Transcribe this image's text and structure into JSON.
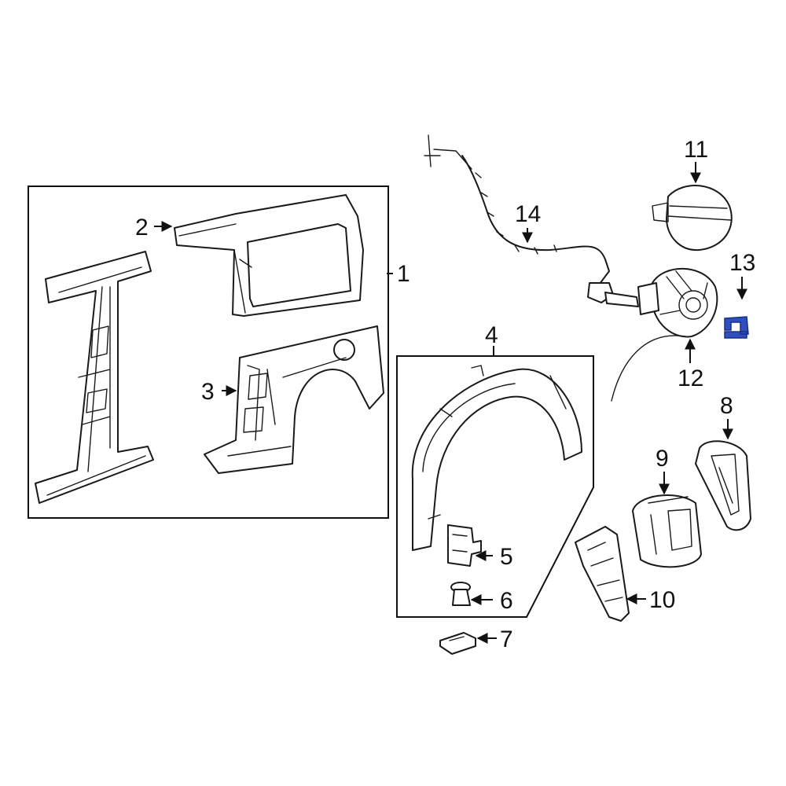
{
  "callouts": {
    "c1": "1",
    "c2": "2",
    "c3": "3",
    "c4": "4",
    "c5": "5",
    "c6": "6",
    "c7": "7",
    "c8": "8",
    "c9": "9",
    "c10": "10",
    "c11": "11",
    "c12": "12",
    "c13": "13",
    "c14": "14"
  },
  "colors": {
    "line": "#1a1a1a",
    "highlight_fill": "#2f4fbf",
    "highlight_stroke": "#1a2f8a"
  },
  "highlighted_part": "13"
}
